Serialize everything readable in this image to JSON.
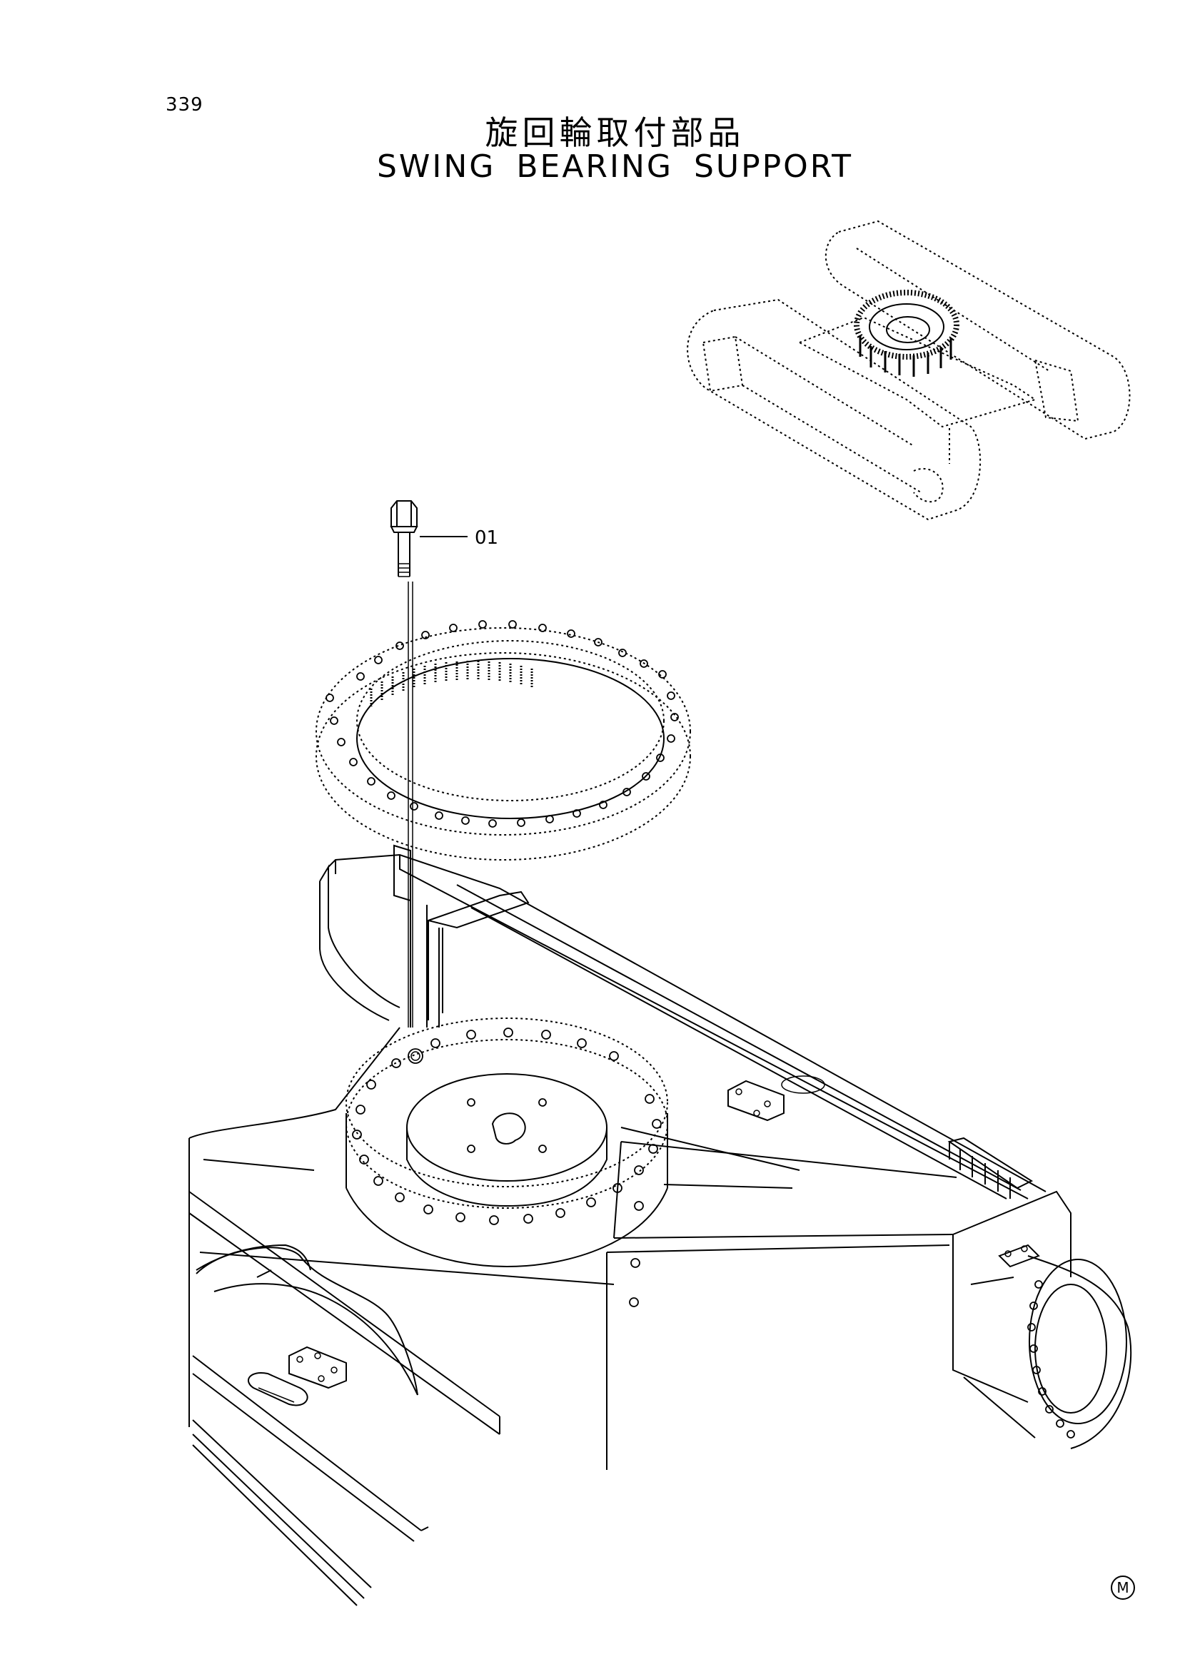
{
  "page_number": "339",
  "title_japanese": "旋回輪取付部品",
  "title_english": "SWING BEARING SUPPORT",
  "callouts": [
    {
      "label": "01"
    }
  ],
  "corner_mark": "M"
}
